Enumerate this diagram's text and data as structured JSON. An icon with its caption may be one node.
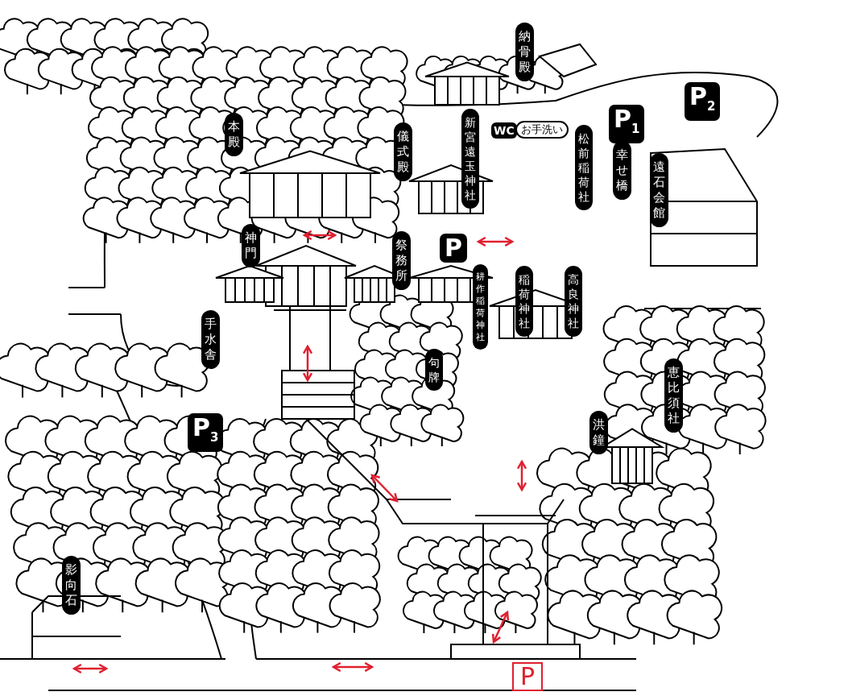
{
  "diagram": {
    "labels": [
      "納骨殿",
      "P$_{2}$",
      "本殿",
      "儀式殿",
      "新宮遠玉神社",
      "WC",
      "お手洗い",
      "P$_{1}$",
      "松前稲荷社",
      "幸せ橋",
      "遠石会館",
      "神門",
      "祭務所",
      "P",
      "耕作稲荷神社",
      "稲荷神社",
      "高良神社",
      "手水舎",
      "恵比須社",
      "句牌",
      "P$_{3}$",
      "洪鐘",
      "影向石",
      "P"
    ]
  }
}
